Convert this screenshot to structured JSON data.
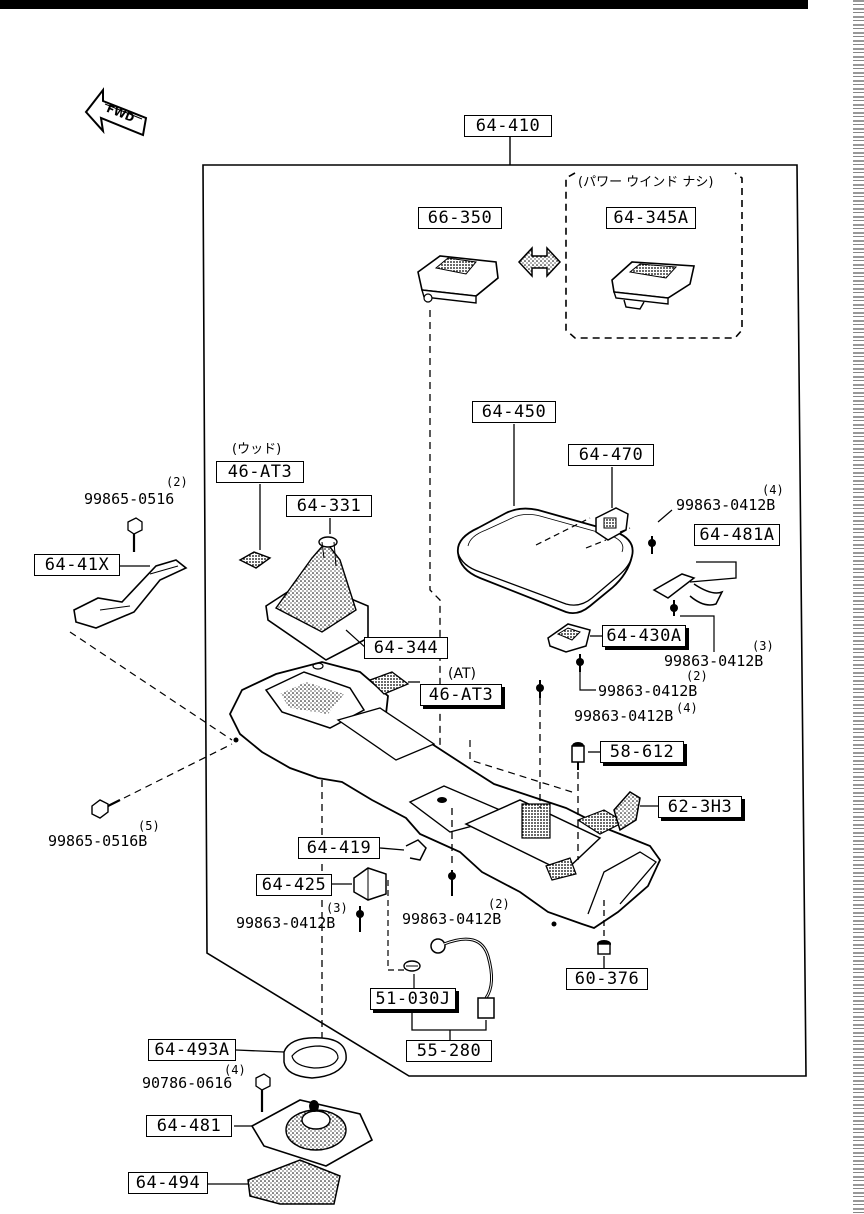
{
  "fwd_label": "FWD",
  "labels": {
    "l_64_410": "64-410",
    "l_66_350": "66-350",
    "l_64_345A": "64-345A",
    "l_64_450": "64-450",
    "l_64_470": "64-470",
    "l_46_AT3_top": "46-AT3",
    "l_64_331": "64-331",
    "l_64_41X": "64-41X",
    "l_64_481A": "64-481A",
    "l_64_344": "64-344",
    "l_46_AT3_mid": "46-AT3",
    "l_64_430A": "64-430A",
    "l_58_612": "58-612",
    "l_62_3H3": "62-3H3",
    "l_64_419": "64-419",
    "l_64_425": "64-425",
    "l_51_030J": "51-030J",
    "l_60_376": "60-376",
    "l_55_280": "55-280",
    "l_64_493A": "64-493A",
    "l_64_481": "64-481",
    "l_64_494": "64-494"
  },
  "notes": {
    "power_window_nashi": "(パワー ウインド ナシ)",
    "wood": "(ウッド)",
    "at": "(AT)"
  },
  "bolts": {
    "b1": {
      "text": "99865-0516",
      "qty": "(2)"
    },
    "b2": {
      "text": "99863-0412B",
      "qty": "(4)"
    },
    "b3": {
      "text": "99863-0412B",
      "qty": "(3)"
    },
    "b4": {
      "text": "99863-0412B",
      "qty": "(2)"
    },
    "b5": {
      "text": "99863-0412B",
      "qty": "(4)"
    },
    "b6": {
      "text": "99865-0516B",
      "qty": "(5)"
    },
    "b7": {
      "text": "99863-0412B",
      "qty": "(3)"
    },
    "b8": {
      "text": "99863-0412B",
      "qty": "(2)"
    },
    "b9": {
      "text": "90786-0616",
      "qty": "(4)"
    }
  }
}
